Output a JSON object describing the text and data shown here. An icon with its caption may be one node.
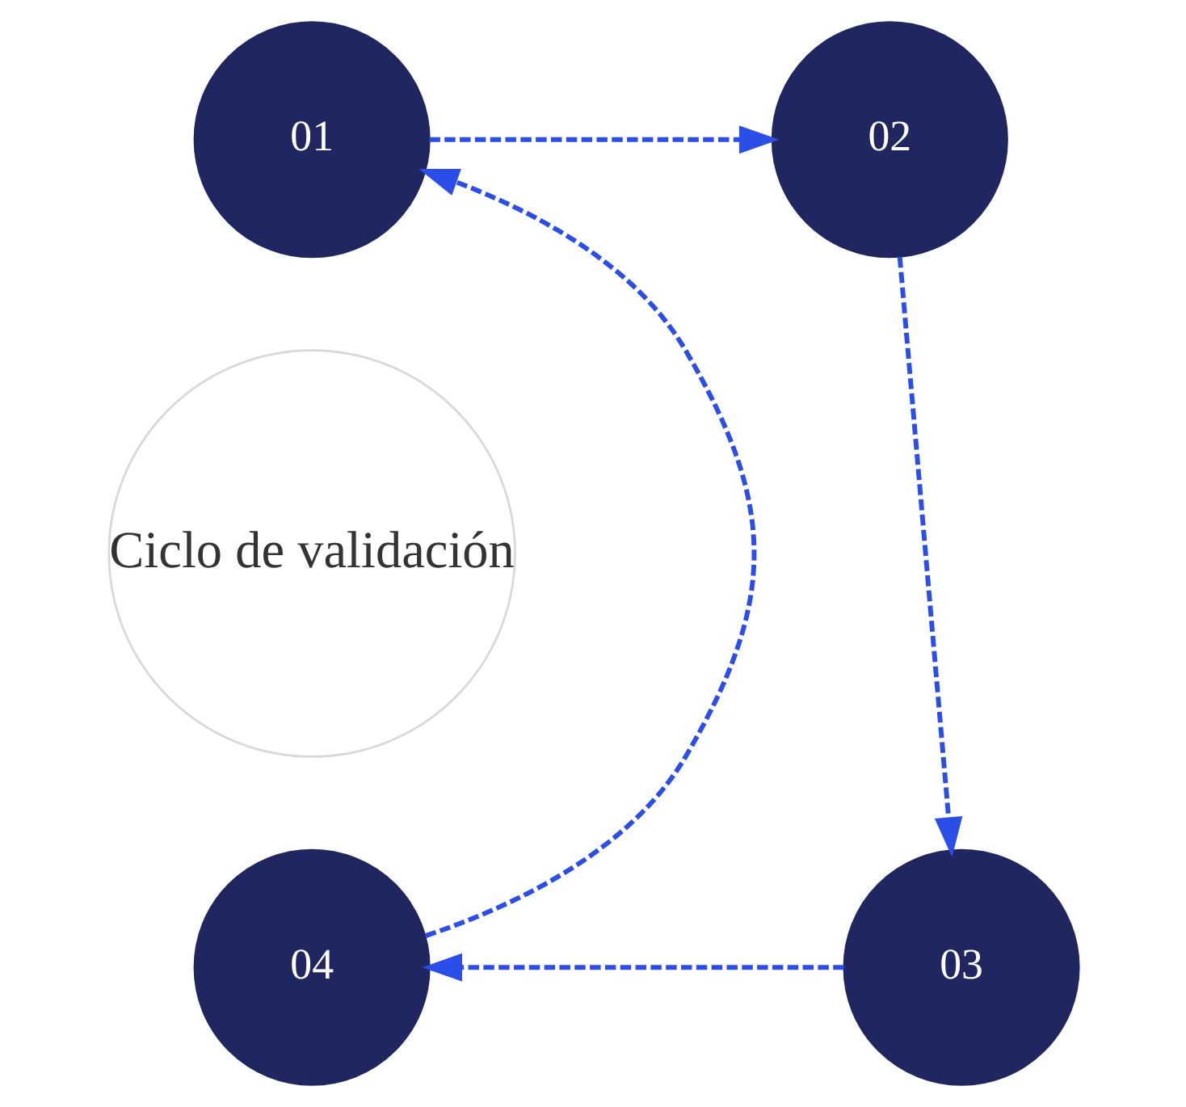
{
  "diagram": {
    "nodes": [
      {
        "text": [
          "Ciclo de validación"
        ]
      },
      {
        "text": [
          "01"
        ]
      },
      {
        "text": [
          "02"
        ]
      },
      {
        "text": [
          "03"
        ]
      },
      {
        "text": [
          "04"
        ]
      }
    ],
    "edges": [
      {
        "from": 1,
        "to": 2,
        "arrow": "to",
        "style": "dashed"
      },
      {
        "from": 2,
        "to": 3,
        "arrow": "to",
        "style": "dashed"
      },
      {
        "from": 3,
        "to": 4,
        "arrow": "to",
        "style": "dashed"
      },
      {
        "from": 4,
        "to": 1,
        "arrow": "to",
        "style": "dashed"
      }
    ]
  }
}
